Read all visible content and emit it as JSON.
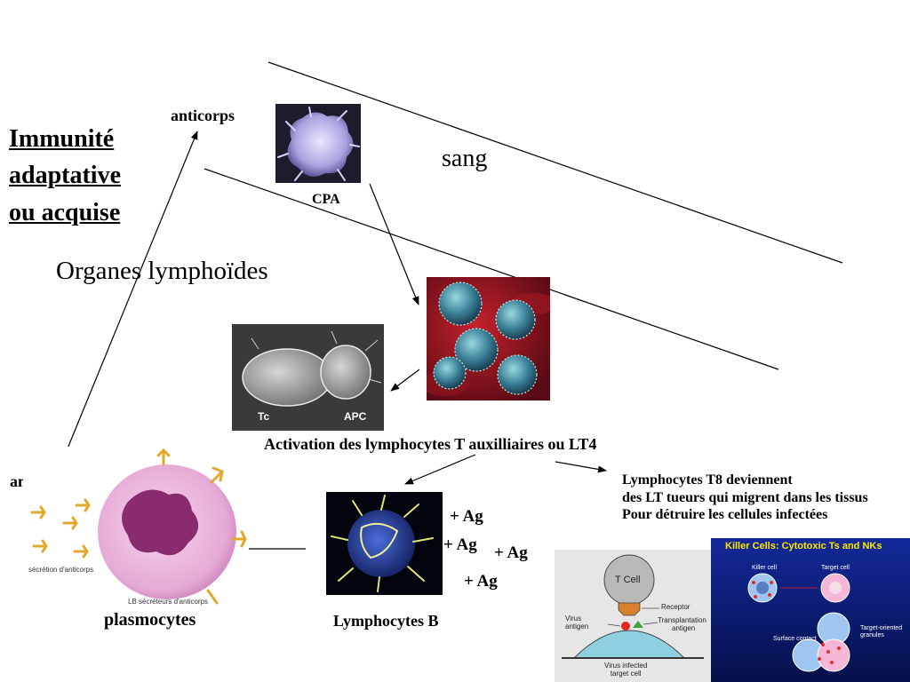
{
  "title": {
    "line1": "Immunité ",
    "line2": "adaptative ",
    "line3": "ou acquise"
  },
  "labels": {
    "anticorps_top": "anticorps",
    "cpa": "CPA",
    "sang": "sang",
    "organes": "Organes lymphoïdes",
    "activation": "Activation des lymphocytes T auxilliaires ou LT4",
    "anticorps_left": "anticorps",
    "t8_line1": "Lymphocytes T8 deviennent",
    "t8_line2": "des LT tueurs qui migrent dans les tissus",
    "t8_line3": "Pour détruire les cellules infectées",
    "plasmocytes": "plasmocytes",
    "lympho_b": "Lymphocytes B",
    "ag1": "+ Ag",
    "ag2": "+ Ag",
    "ag3": "+ Ag",
    "ag4": "+ Ag"
  },
  "image_texts": {
    "tc": "Tc",
    "apc": "APC",
    "secretion": "sécrétion d'anticorps",
    "lb_secreteurs": "LB sécréteurs d'anticorps",
    "tcell": "T Cell",
    "receptor": "Receptor",
    "virus_antigen_1": "Virus",
    "virus_antigen_2": "antigen",
    "transplant_1": "Transplantation",
    "transplant_2": "antigen",
    "infected_1": "Virus infected",
    "infected_2": "target cell",
    "killer_title": "Killer Cells: Cytotoxic Ts and NKs",
    "killer_cell": "Killer cell",
    "target_cell": "Target cell",
    "surface_contact": "Surface contact",
    "granules_1": "Target-oriented",
    "granules_2": "granules"
  },
  "colors": {
    "killer_bg": "#0a1a6e",
    "killer_title": "#ffe600",
    "cell_blue": "#9ec6f0",
    "cell_pink": "#f6b6d6",
    "plasmocyte_pink": "#e6a9d6",
    "plasmocyte_nucleus": "#8a2b6e"
  }
}
